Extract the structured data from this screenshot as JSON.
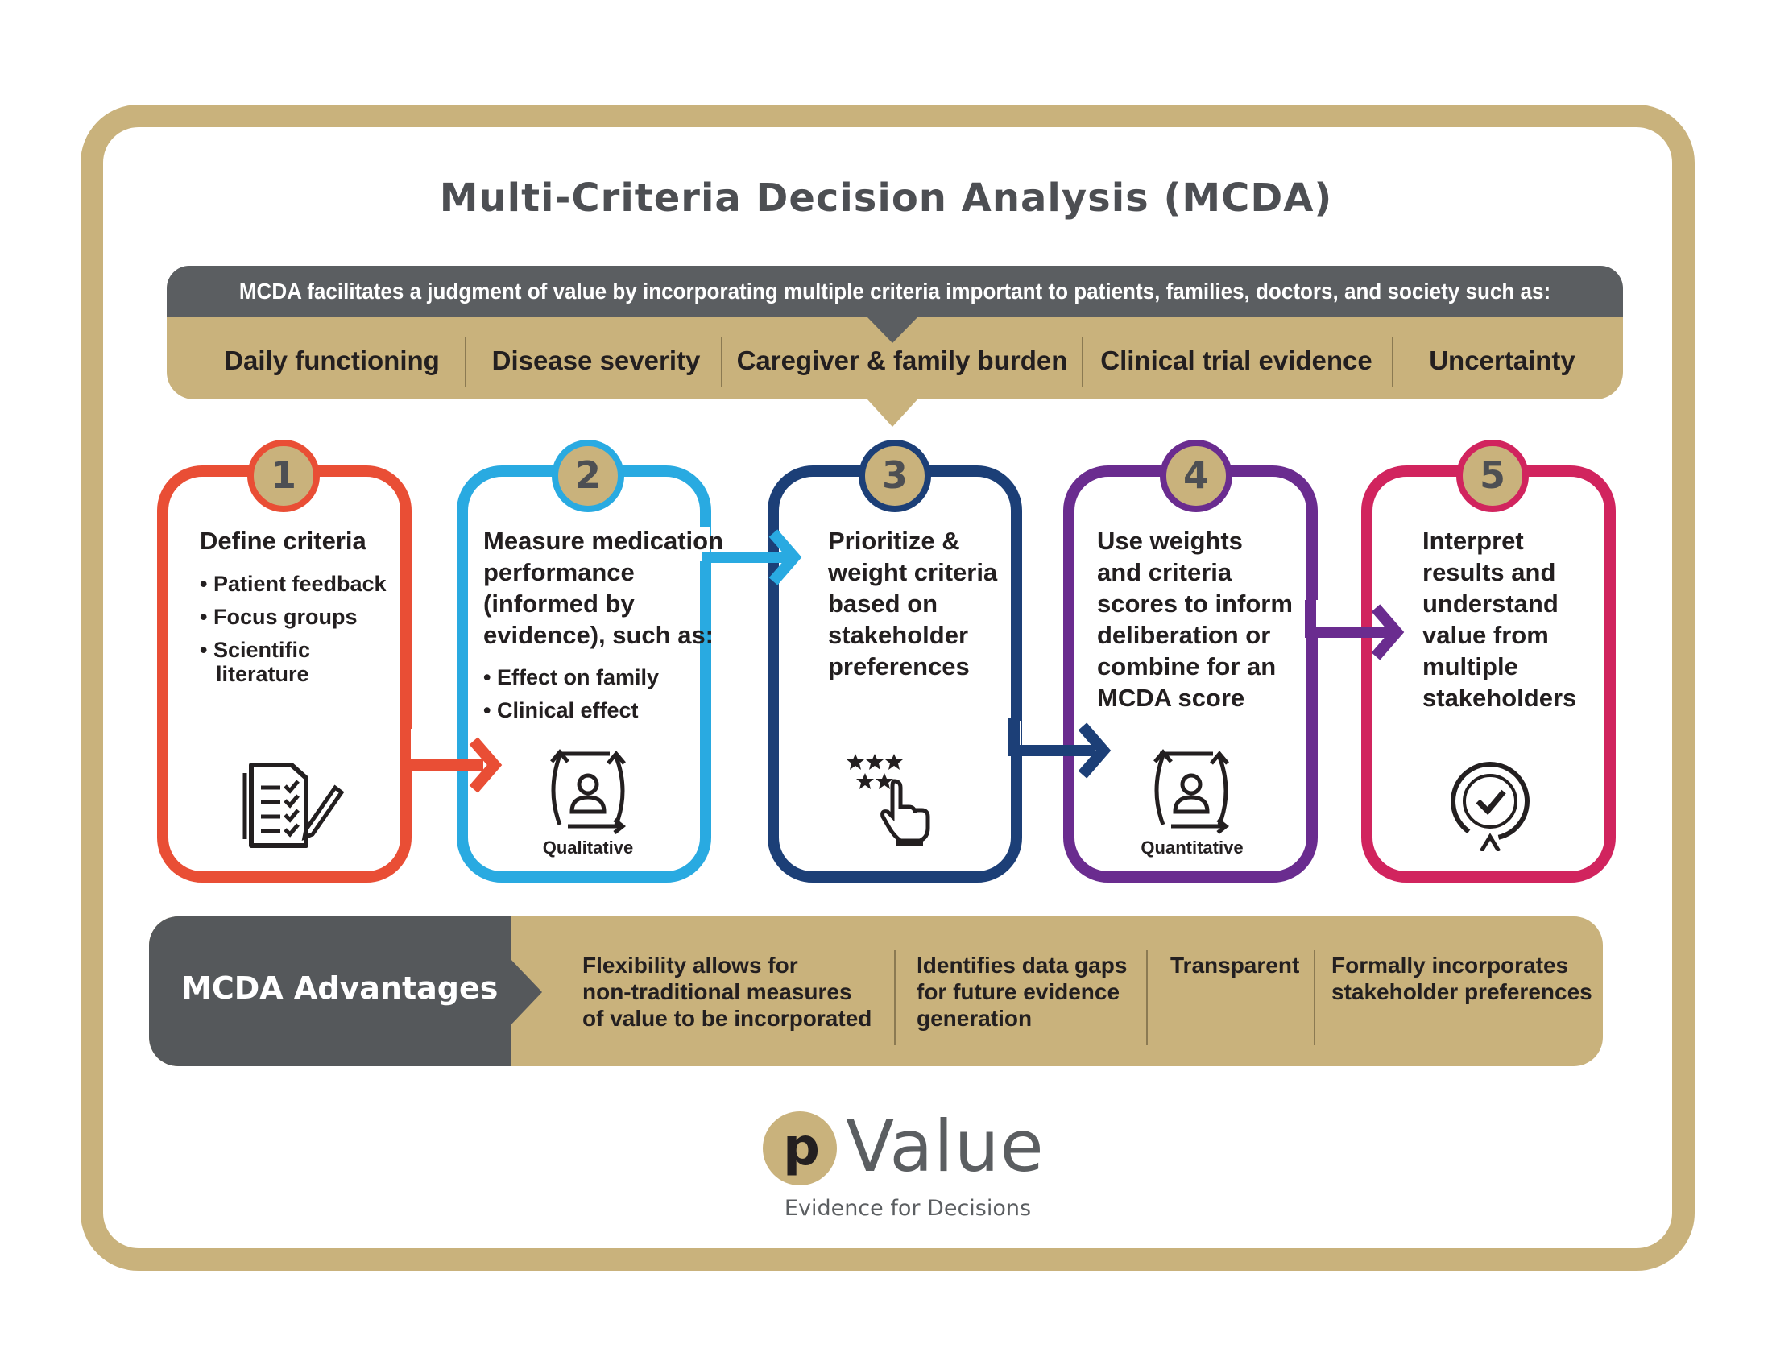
{
  "title": "Multi-Criteria Decision Analysis (MCDA)",
  "banner": {
    "heading": "MCDA facilitates a judgment of value by incorporating multiple criteria important to patients, families, doctors, and society such as:",
    "criteria": [
      "Daily functioning",
      "Disease severity",
      "Caregiver & family burden",
      "Clinical trial evidence",
      "Uncertainty"
    ]
  },
  "colors": {
    "gold": "#c9b27c",
    "dark_gray": "#55585b",
    "step1": "#e94e35",
    "step2": "#29aae1",
    "step3": "#1c3f77",
    "step4": "#6a2c8f",
    "step5": "#d1245e"
  },
  "steps": [
    {
      "number": "1",
      "title": "Define criteria",
      "bullets": [
        "Patient feedback",
        "Focus groups",
        "Scientific",
        "literature"
      ],
      "icon": "checklist-icon",
      "icon_label": ""
    },
    {
      "number": "2",
      "title": "Measure medication\nperformance\n(informed by\nevidence), such as:",
      "bullets": [
        "Effect on family",
        "Clinical effect"
      ],
      "icon": "person-cycle-icon",
      "icon_label": "Qualitative"
    },
    {
      "number": "3",
      "title": "Prioritize &\nweight criteria\nbased on\nstakeholder\npreferences",
      "bullets": [],
      "icon": "star-rating-hand-icon",
      "icon_label": ""
    },
    {
      "number": "4",
      "title": "Use weights\nand criteria\nscores to inform\ndeliberation or\ncombine for an\nMCDA score",
      "bullets": [],
      "icon": "person-cycle-icon",
      "icon_label": "Quantitative"
    },
    {
      "number": "5",
      "title": "Interpret\nresults and\nunderstand\nvalue from\nmultiple\nstakeholders",
      "bullets": [],
      "icon": "award-check-icon",
      "icon_label": ""
    }
  ],
  "advantages": {
    "title": "MCDA Advantages",
    "items": [
      "Flexibility allows for\nnon-traditional measures\nof value to be incorporated",
      "Identifies data gaps\nfor future evidence\ngeneration",
      "Transparent",
      "Formally incorporates\nstakeholder preferences"
    ]
  },
  "logo": {
    "letter": "p",
    "word": "Value",
    "tagline": "Evidence for Decisions"
  }
}
